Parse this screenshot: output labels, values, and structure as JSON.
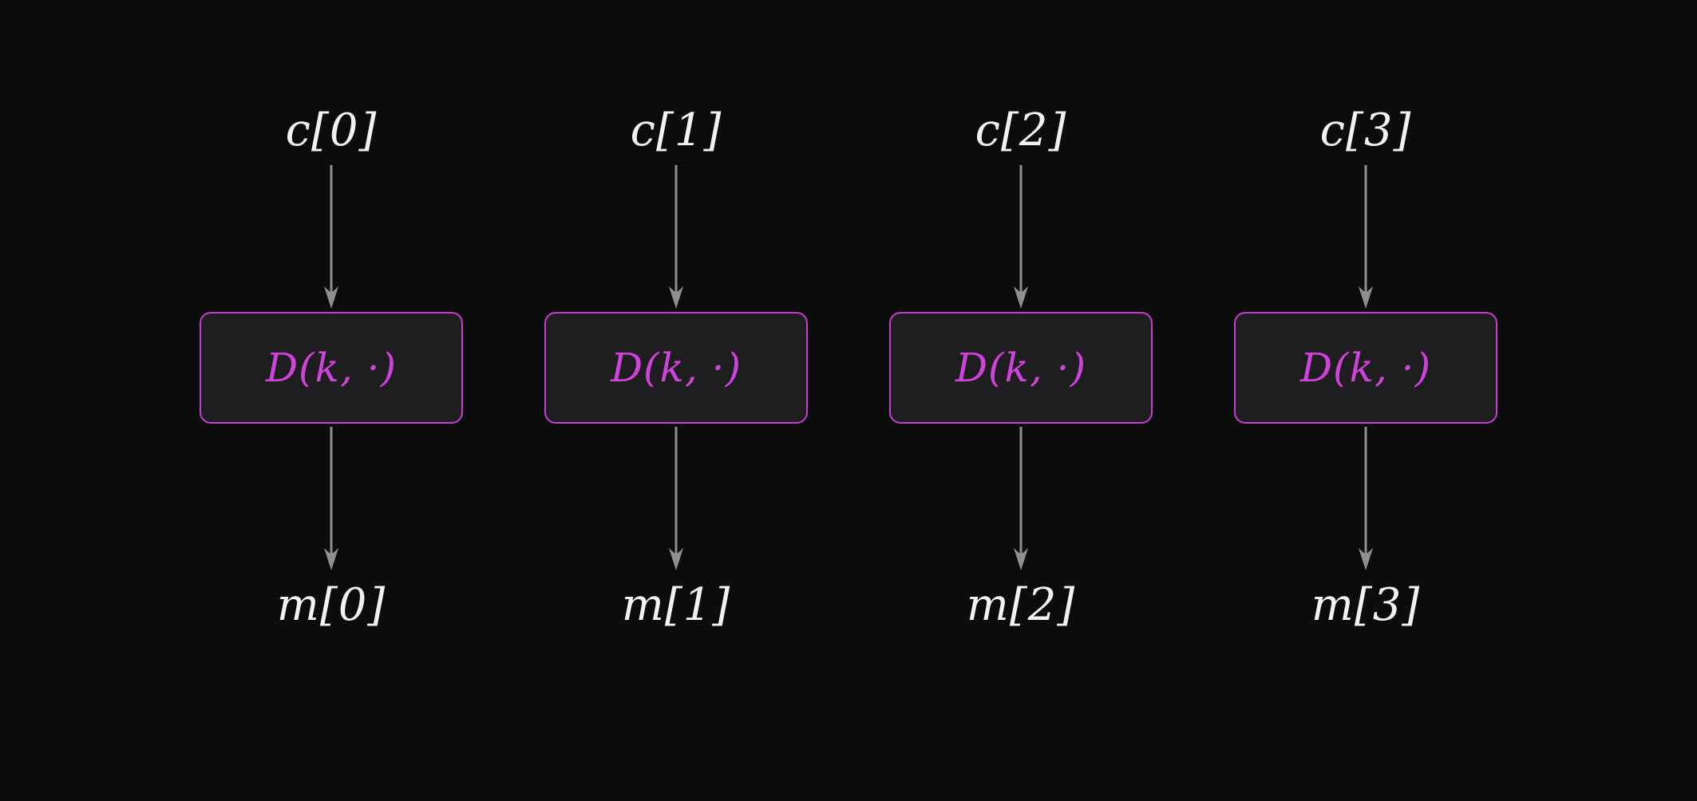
{
  "diagram": {
    "description": "Block-wise decryption diagram: each ciphertext block c[i] passes through decryption function D(k, ·) to produce message block m[i]",
    "colors": {
      "background": "#0c0c0c",
      "box_fill": "#1e1d1f",
      "accent_magenta": "#cb3bd6",
      "arrow_gray": "#8f8f8f",
      "label_white": "#f2f2f2"
    },
    "columns": [
      {
        "input": "c[0]",
        "function": "D(k, ·)",
        "output": "m[0]"
      },
      {
        "input": "c[1]",
        "function": "D(k, ·)",
        "output": "m[1]"
      },
      {
        "input": "c[2]",
        "function": "D(k, ·)",
        "output": "m[2]"
      },
      {
        "input": "c[3]",
        "function": "D(k, ·)",
        "output": "m[3]"
      }
    ]
  }
}
